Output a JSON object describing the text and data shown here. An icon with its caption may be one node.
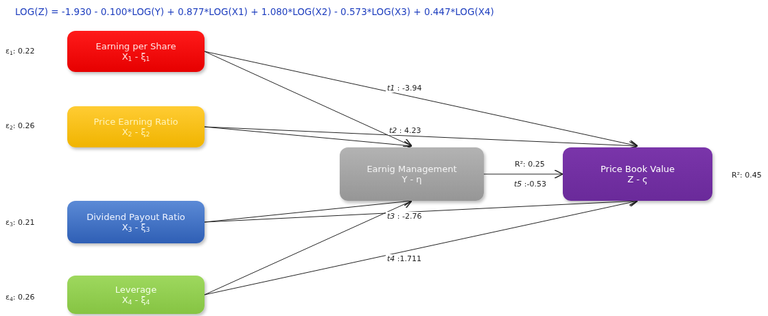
{
  "diagram": {
    "title": "LOG(Z) = -1.930 - 0.100*LOG(Y) + 0.877*LOG(X1) + 1.080*LOG(X2) - 0.573*LOG(X3) + 0.447*LOG(X4)",
    "nodes": [
      {
        "text": [
          "Earning per Share",
          "X$_{1}$ - ξ$_{1}$"
        ]
      },
      {
        "text": [
          "Price Earning Ratio",
          "X$_{2}$ - ξ$_{2}$"
        ]
      },
      {
        "text": [
          "Dividend Payout Ratio",
          "X$_{3}$ - ξ$_{3}$"
        ]
      },
      {
        "text": [
          "Leverage",
          "X$_{4}$ - ξ$_{4}$"
        ]
      },
      {
        "text": [
          "Earnig Management",
          "Y - η"
        ]
      },
      {
        "text": [
          "Price Book Value",
          "Z - ς"
        ],
        "beside": [
          "R²: 0.45"
        ]
      }
    ],
    "edges": [
      {
        "from": 0,
        "to": 4,
        "arrow": "to"
      },
      {
        "from": 1,
        "to": 4,
        "arrow": "to"
      },
      {
        "from": 2,
        "to": 4,
        "arrow": "to"
      },
      {
        "from": 3,
        "to": 4,
        "arrow": "to"
      },
      {
        "from": 0,
        "to": 5,
        "arrow": "to",
        "label": "*t1* : -3.94"
      },
      {
        "from": 1,
        "to": 5,
        "arrow": "to",
        "label": "*t2* : 4.23"
      },
      {
        "from": 2,
        "to": 5,
        "arrow": "to",
        "label": "*t3* : -2.76"
      },
      {
        "from": 3,
        "to": 5,
        "arrow": "to",
        "label": "*t4* :1.711"
      },
      {
        "from": 4,
        "to": 5,
        "arrow": "to",
        "label": "*t5* :-0.53"
      }
    ],
    "labels": [
      "ε$_{1}$: 0.22",
      "ε$_{2}$: 0.26",
      "R²: 0.25",
      "ε$_{3}$: 0.21",
      "ε$_{4}$: 0.26"
    ]
  }
}
